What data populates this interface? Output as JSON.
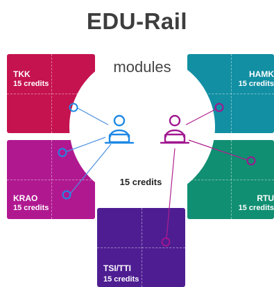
{
  "title": "EDU-Rail",
  "subtitle": "modules",
  "center_credits": "15 credits",
  "modules": [
    {
      "name": "TKK",
      "credits": "15 credits",
      "color": "#c5134f"
    },
    {
      "name": "HAMK",
      "credits": "15 credits",
      "color": "#128fa3"
    },
    {
      "name": "KRAO",
      "credits": "15 credits",
      "color": "#b01890"
    },
    {
      "name": "RTU",
      "credits": "15 credits",
      "color": "#118f72"
    },
    {
      "name": "TSI/TTI",
      "credits": "15 credits",
      "color": "#4e1d92"
    }
  ],
  "icons": {
    "left_person": "person-at-laptop-icon",
    "right_person": "person-at-laptop-icon",
    "left_color": "#1e88e5",
    "right_color": "#a0168f"
  }
}
